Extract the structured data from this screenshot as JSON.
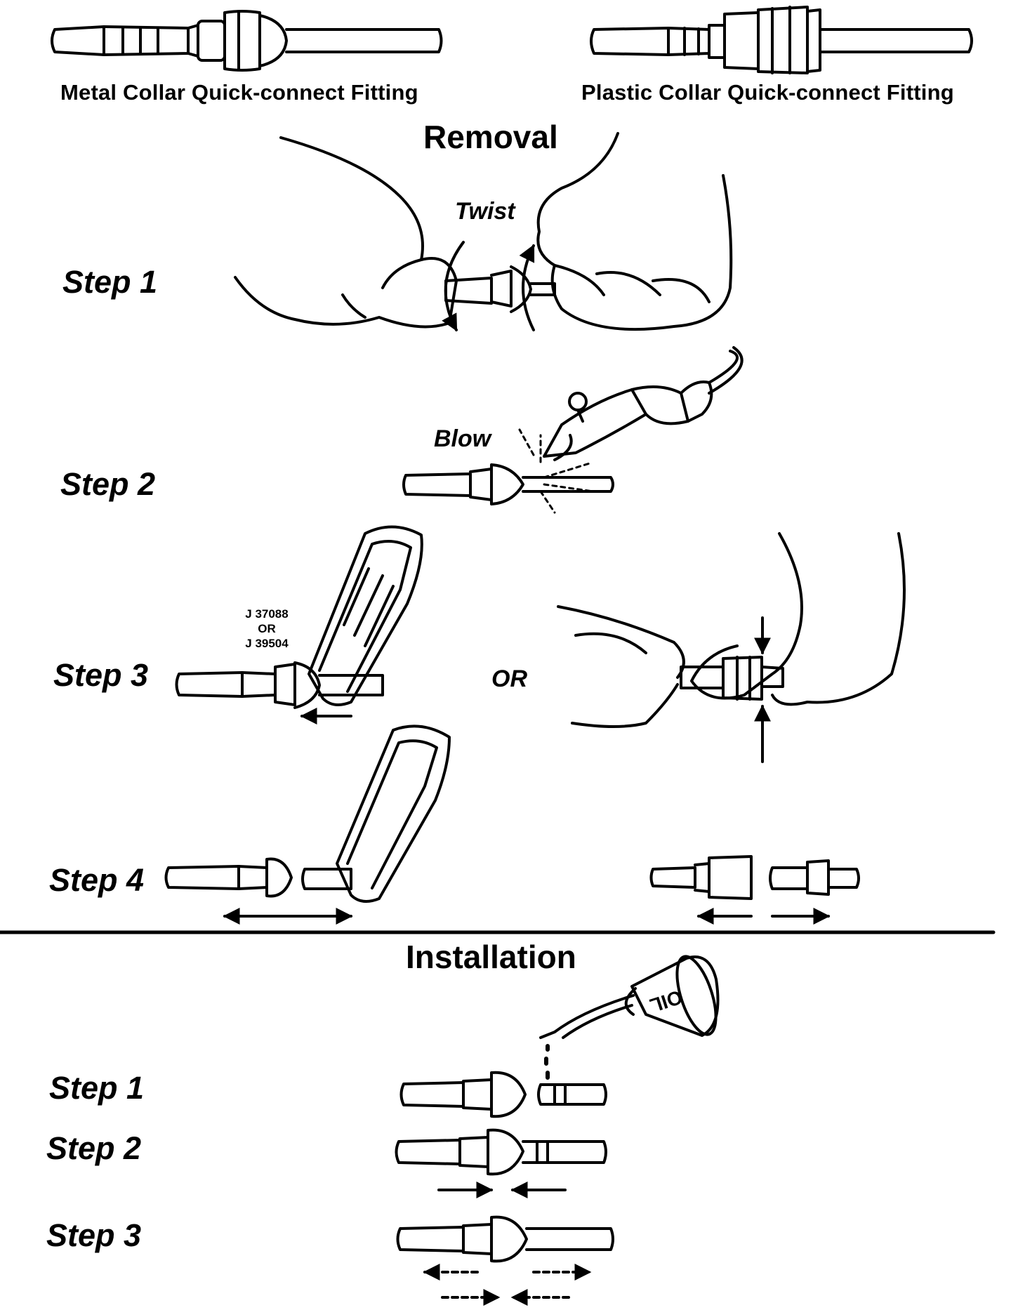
{
  "fittings": {
    "metal_label": "Metal Collar Quick-connect Fitting",
    "plastic_label": "Plastic Collar Quick-connect Fitting"
  },
  "removal": {
    "title": "Removal",
    "step1": {
      "label": "Step 1",
      "action": "Twist"
    },
    "step2": {
      "label": "Step 2",
      "action": "Blow"
    },
    "step3": {
      "label": "Step 3",
      "tool_line1": "J 37088",
      "tool_line2": "OR",
      "tool_line3": "J 39504",
      "or": "OR"
    },
    "step4": {
      "label": "Step 4"
    }
  },
  "installation": {
    "title": "Installation",
    "can_label": "OIL",
    "step1": {
      "label": "Step 1"
    },
    "step2": {
      "label": "Step 2"
    },
    "step3": {
      "label": "Step 3"
    }
  }
}
